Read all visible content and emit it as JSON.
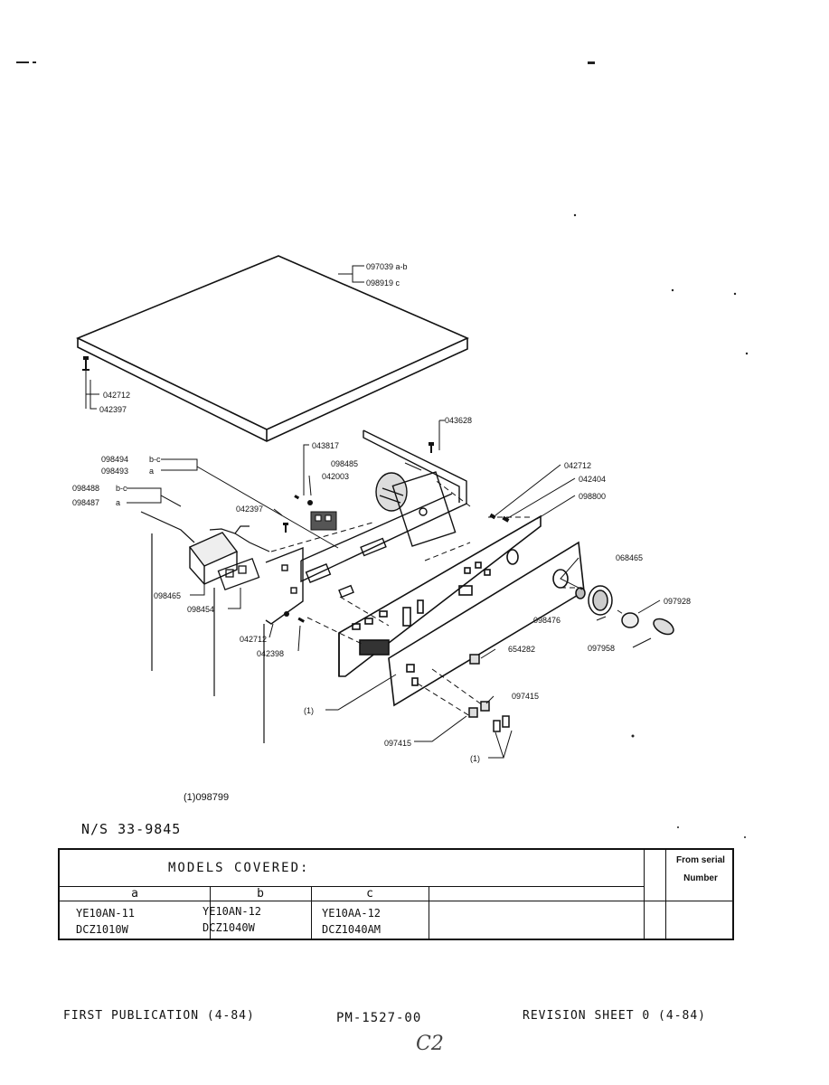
{
  "callouts": {
    "p097039": "097039 a-b",
    "p098919": "098919 c",
    "p042712_left": "042712",
    "p042397_left": "042397",
    "p043628": "043628",
    "p043817": "043817",
    "p098485": "098485",
    "p042003": "042003",
    "p098494": "098494",
    "p098494_sfx": "b-c",
    "p098493": "098493",
    "p098493_sfx": "a",
    "p098488": "098488",
    "p098488_sfx": "b-c",
    "p098487": "098487",
    "p098487_sfx": "a",
    "p042397_mid": "042397",
    "p042712_right": "042712",
    "p042404": "042404",
    "p098800": "098800",
    "p068465": "068465",
    "p097928": "097928",
    "p098476": "098476",
    "p097958": "097958",
    "p654282": "654282",
    "p097415_a": "097415",
    "p097415_b": "097415",
    "p098465": "098465",
    "p098454": "098454",
    "p042712_mid": "042712",
    "p042398": "042398",
    "p1_a": "(1)",
    "p1_b": "(1)"
  },
  "footnote": "(1)098799",
  "ns_number": "N/S 33-9845",
  "models": {
    "title": "MODELS COVERED:",
    "from_serial_1": "From serial",
    "from_serial_2": "Number",
    "col_a": "a",
    "col_b": "b",
    "col_c": "c",
    "a_model": "YE10AN-11",
    "a_brand": "DCZ1010W",
    "b_model": "YE10AN-12",
    "b_brand": "DCZ1040W",
    "c_model": "YE10AA-12",
    "c_brand": "DCZ1040AM"
  },
  "footer": {
    "left": "FIRST PUBLICATION (4-84)",
    "center": "PM-1527-00",
    "right": "REVISION SHEET 0 (4-84)",
    "handwritten": "C2"
  }
}
